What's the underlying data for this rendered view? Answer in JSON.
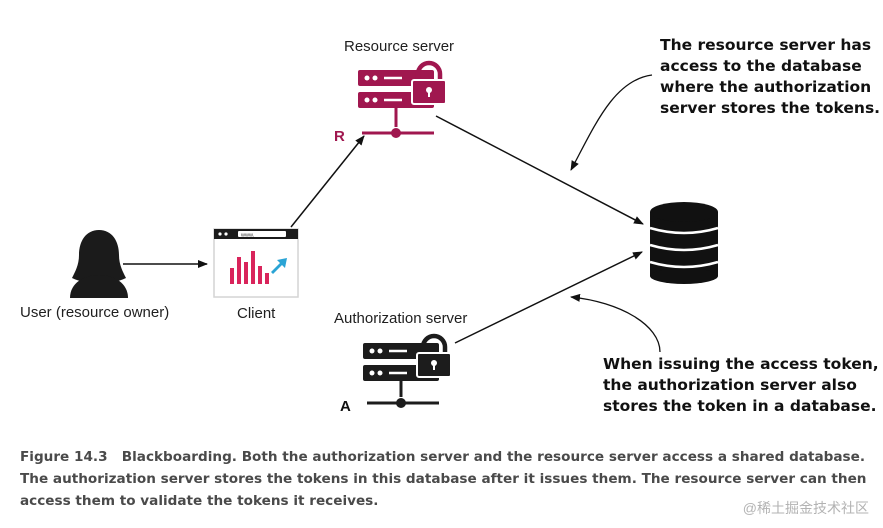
{
  "labels": {
    "resource_server": "Resource server",
    "authorization_server": "Authorization server",
    "client": "Client",
    "user": "User (resource owner)",
    "resource_letter": "R",
    "auth_letter": "A",
    "browser_url": "www."
  },
  "notes": {
    "resource_db": [
      "The resource server has",
      "access to the database",
      "where the authorization",
      "server stores the tokens."
    ],
    "auth_db": [
      "When issuing the access token,",
      "the authorization server also",
      "stores the token in a database."
    ]
  },
  "caption": {
    "figure": "Figure 14.3",
    "text": "Blackboarding. Both the authorization server and the resource server access a shared database. The authorization server stores the tokens in this database after it issues them. The resource server can then access them to validate the tokens it receives."
  },
  "watermark": "@稀土掘金技术社区",
  "colors": {
    "resource_server": "#a0174f",
    "authorization_server": "#1c1c1c",
    "chart_bars": "#d9245b",
    "chart_arrow": "#2aa4d5"
  },
  "icons": [
    "user-icon",
    "browser-chart-icon",
    "server-lock-icon",
    "database-icon"
  ]
}
